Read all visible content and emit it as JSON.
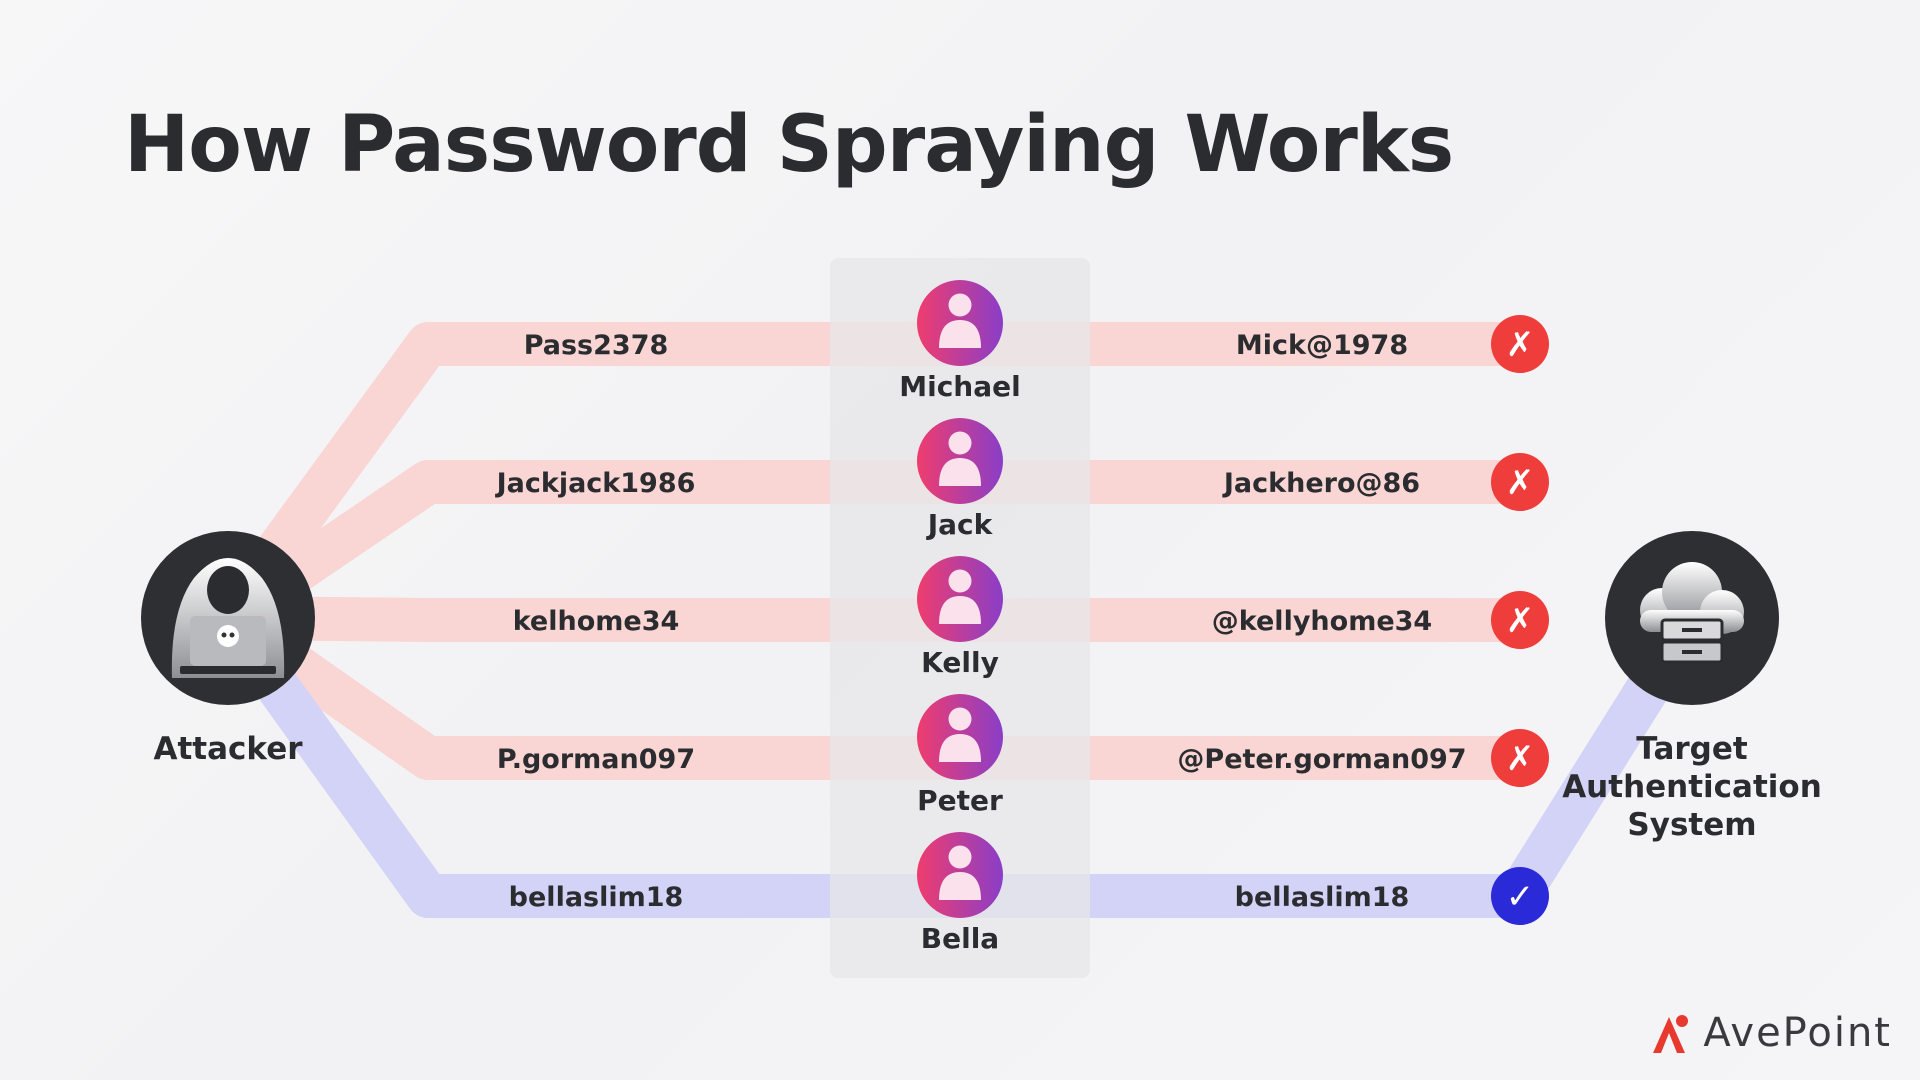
{
  "title": "How Password Spraying Works",
  "attacker": {
    "label": "Attacker",
    "icon": "hooded-hacker-icon"
  },
  "target": {
    "label_lines": [
      "Target",
      "Authentication",
      "System"
    ],
    "icon": "cloud-server-icon"
  },
  "users": [
    {
      "name": "Michael",
      "sprayed_password": "Pass2378",
      "real_password": "Mick@1978",
      "result": "fail"
    },
    {
      "name": "Jack",
      "sprayed_password": "Jackjack1986",
      "real_password": "Jackhero@86",
      "result": "fail"
    },
    {
      "name": "Kelly",
      "sprayed_password": "kelhome34",
      "real_password": "@kellyhome34",
      "result": "fail"
    },
    {
      "name": "Peter",
      "sprayed_password": "P.gorman097",
      "real_password": "@Peter.gorman097",
      "result": "fail"
    },
    {
      "name": "Bella",
      "sprayed_password": "bellaslim18",
      "real_password": "bellaslim18",
      "result": "success"
    }
  ],
  "result_symbols": {
    "fail": "✗",
    "success": "✓"
  },
  "colors": {
    "fail_path": "#f9d5d3",
    "success_path": "#d3d2f7",
    "fail_badge": "#ee3d3a",
    "success_badge": "#2a2ad8",
    "node_dark": "#2e2f33",
    "avatar_gradient": [
      "#ef3d6e",
      "#8a3ec8"
    ]
  },
  "logo": {
    "text": "AvePoint"
  }
}
